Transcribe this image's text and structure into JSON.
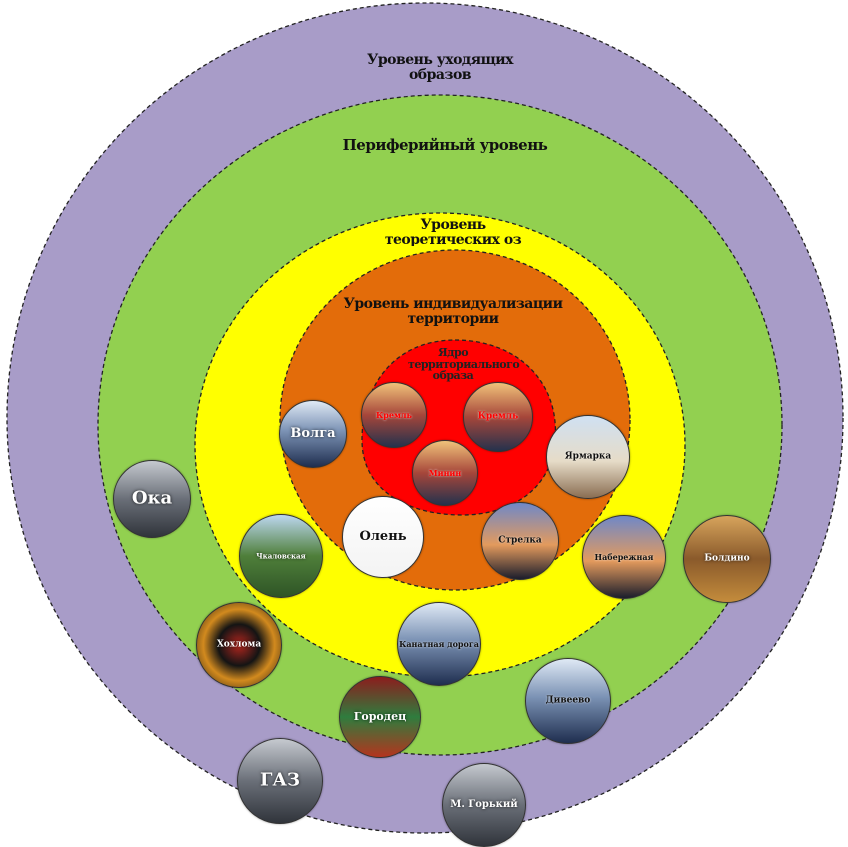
{
  "levels": {
    "outer_label": "Уровень уходящих образов",
    "peripheral_label": "Периферийный уровень",
    "yellow_label": "Уровень теоретических оз",
    "individual_label": "Уровень индивидуализации территории",
    "core_label": "Ядро территориального образа"
  },
  "colors": {
    "outer": "#a89cc8",
    "peripheral": "#92d050",
    "yellow": "#ffff00",
    "individual": "#e36c0a",
    "core": "#ff0000"
  },
  "images": [
    {
      "id": "volga",
      "label": "Волга",
      "text_color": "#ffffff"
    },
    {
      "id": "kreml-left",
      "label": "Кремль",
      "text_color": "#ff0000"
    },
    {
      "id": "kreml-right",
      "label": "Кремль",
      "text_color": "#ff0000"
    },
    {
      "id": "minin",
      "label": "Минин",
      "text_color": "#ff0000"
    },
    {
      "id": "yarmarka",
      "label": "Ярмарка",
      "text_color": "#111111"
    },
    {
      "id": "oka",
      "label": "Ока",
      "text_color": "#ffffff"
    },
    {
      "id": "gerb",
      "label": "Олень",
      "text_color": "#111111"
    },
    {
      "id": "strelka",
      "label": "Стрелка",
      "text_color": "#111111"
    },
    {
      "id": "chkalov",
      "label": "Чкаловская",
      "text_color": "#ffffff"
    },
    {
      "id": "naberezhnaya",
      "label": "Набережная",
      "text_color": "#111111"
    },
    {
      "id": "boldino",
      "label": "Болдино",
      "text_color": "#ffffff"
    },
    {
      "id": "khokhloma",
      "label": "Хохлома",
      "text_color": "#ffffff"
    },
    {
      "id": "kanatnaya",
      "label": "Канатная дорога",
      "text_color": "#111111"
    },
    {
      "id": "gorodets",
      "label": "Городец",
      "text_color": "#ffffff"
    },
    {
      "id": "diveevo",
      "label": "Дивеево",
      "text_color": "#111111"
    },
    {
      "id": "gaz",
      "label": "ГАЗ",
      "text_color": "#ffffff"
    },
    {
      "id": "gorky",
      "label": "М. Горький",
      "text_color": "#ffffff"
    }
  ]
}
